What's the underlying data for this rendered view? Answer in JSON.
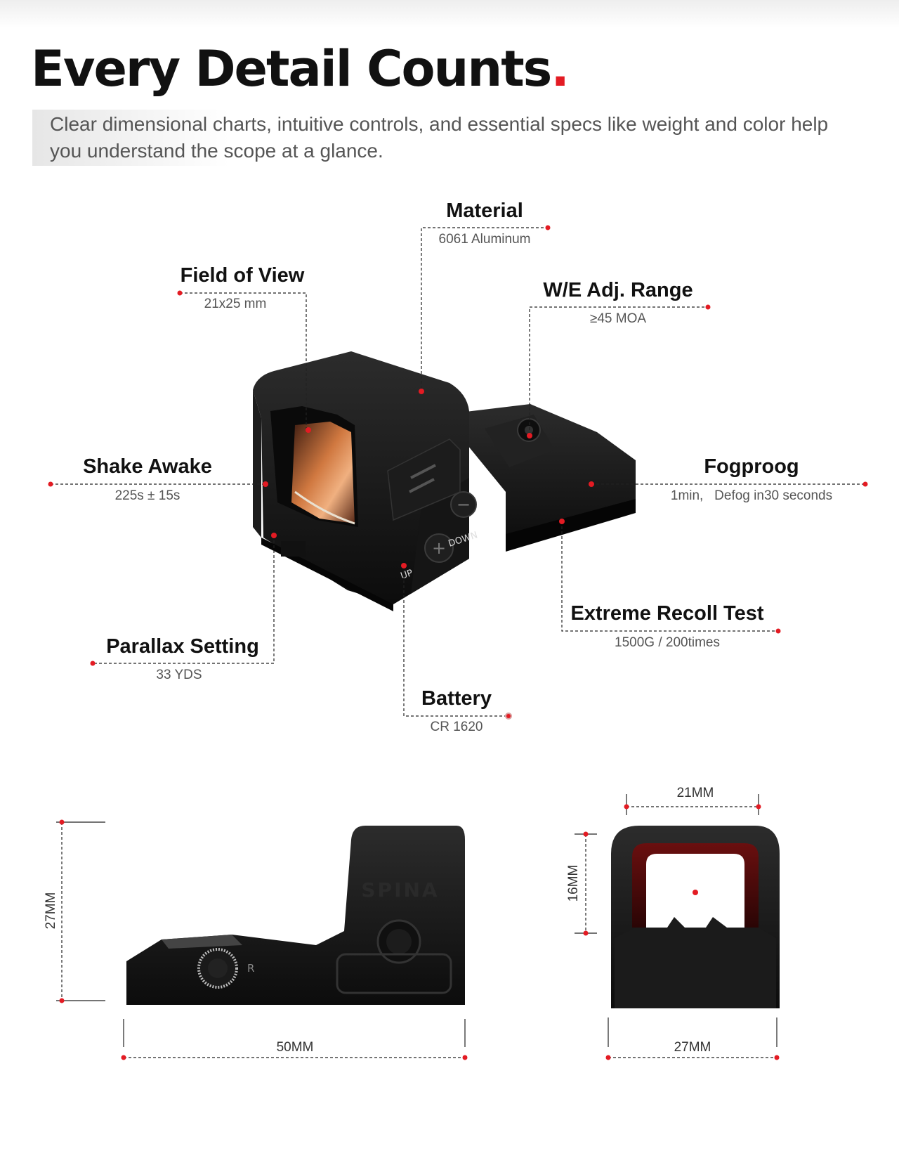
{
  "header": {
    "title": "Every Detail Counts",
    "title_punct": ".",
    "subtitle": "Clear dimensional charts, intuitive controls, and essential specs like weight and color help you understand the scope at a glance."
  },
  "specs": {
    "material": {
      "label": "Material",
      "value": "6061 Aluminum"
    },
    "field_of_view": {
      "label": "Field of View",
      "value": "21x25 mm"
    },
    "adj_range": {
      "label": "W/E Adj. Range",
      "value": "≥45 MOA"
    },
    "shake_awake": {
      "label": "Shake Awake",
      "value": "225s ± 15s"
    },
    "fogproof": {
      "label": "Fogproog",
      "value": "1min,   Defog in30 seconds"
    },
    "recoil": {
      "label": "Extreme Recoll Test",
      "value": "1500G / 200times"
    },
    "parallax": {
      "label": "Parallax Setting",
      "value": "33 YDS"
    },
    "battery": {
      "label": "Battery",
      "value": "CR 1620"
    }
  },
  "product_marks": {
    "up": "UP",
    "down": "DOWN",
    "brand": "SPINA",
    "rotate": "R"
  },
  "dimensions": {
    "height": "27MM",
    "length": "50MM",
    "window_width": "21MM",
    "window_height": "16MM",
    "body_width": "27MM"
  },
  "colors": {
    "accent": "#e31b23",
    "body": "#1a1a1a",
    "lens": "#c9703a"
  }
}
